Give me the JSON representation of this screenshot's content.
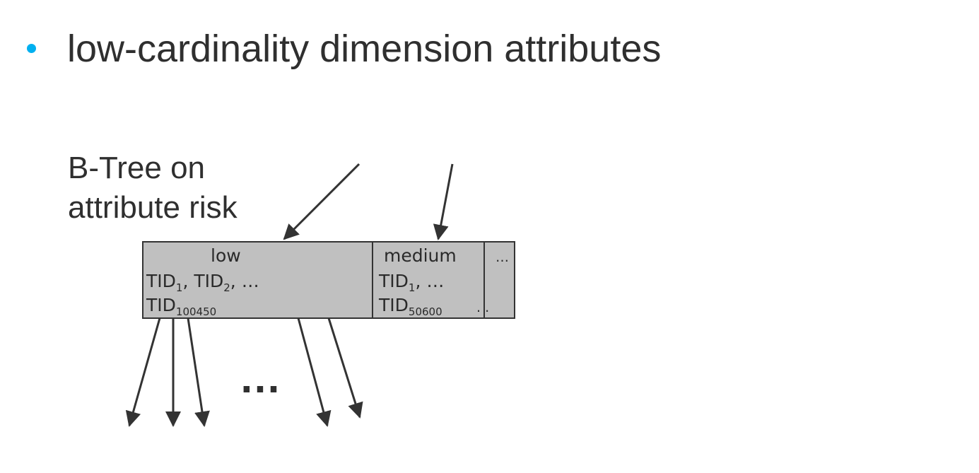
{
  "heading": {
    "text": "low-cardinality dimension attributes",
    "bullet_color": "#00b0f0"
  },
  "caption": {
    "line1": "B-Tree on",
    "line2": "attribute risk"
  },
  "node": {
    "fill": "#c0c0c0",
    "low": {
      "label": "low",
      "tid_list_line": ", TID",
      "tid_list_tail": ", …",
      "tid_prefix": "TID",
      "sub_1": "1",
      "sub_2": "2",
      "last_sub": "100450"
    },
    "medium": {
      "label": "medium",
      "tid_prefix": "TID",
      "sub_1": "1",
      "tid_tail": ", …",
      "last_sub": "50600",
      "trailing": ". ."
    },
    "more": {
      "label": "…"
    }
  },
  "pointer_dots": "…"
}
